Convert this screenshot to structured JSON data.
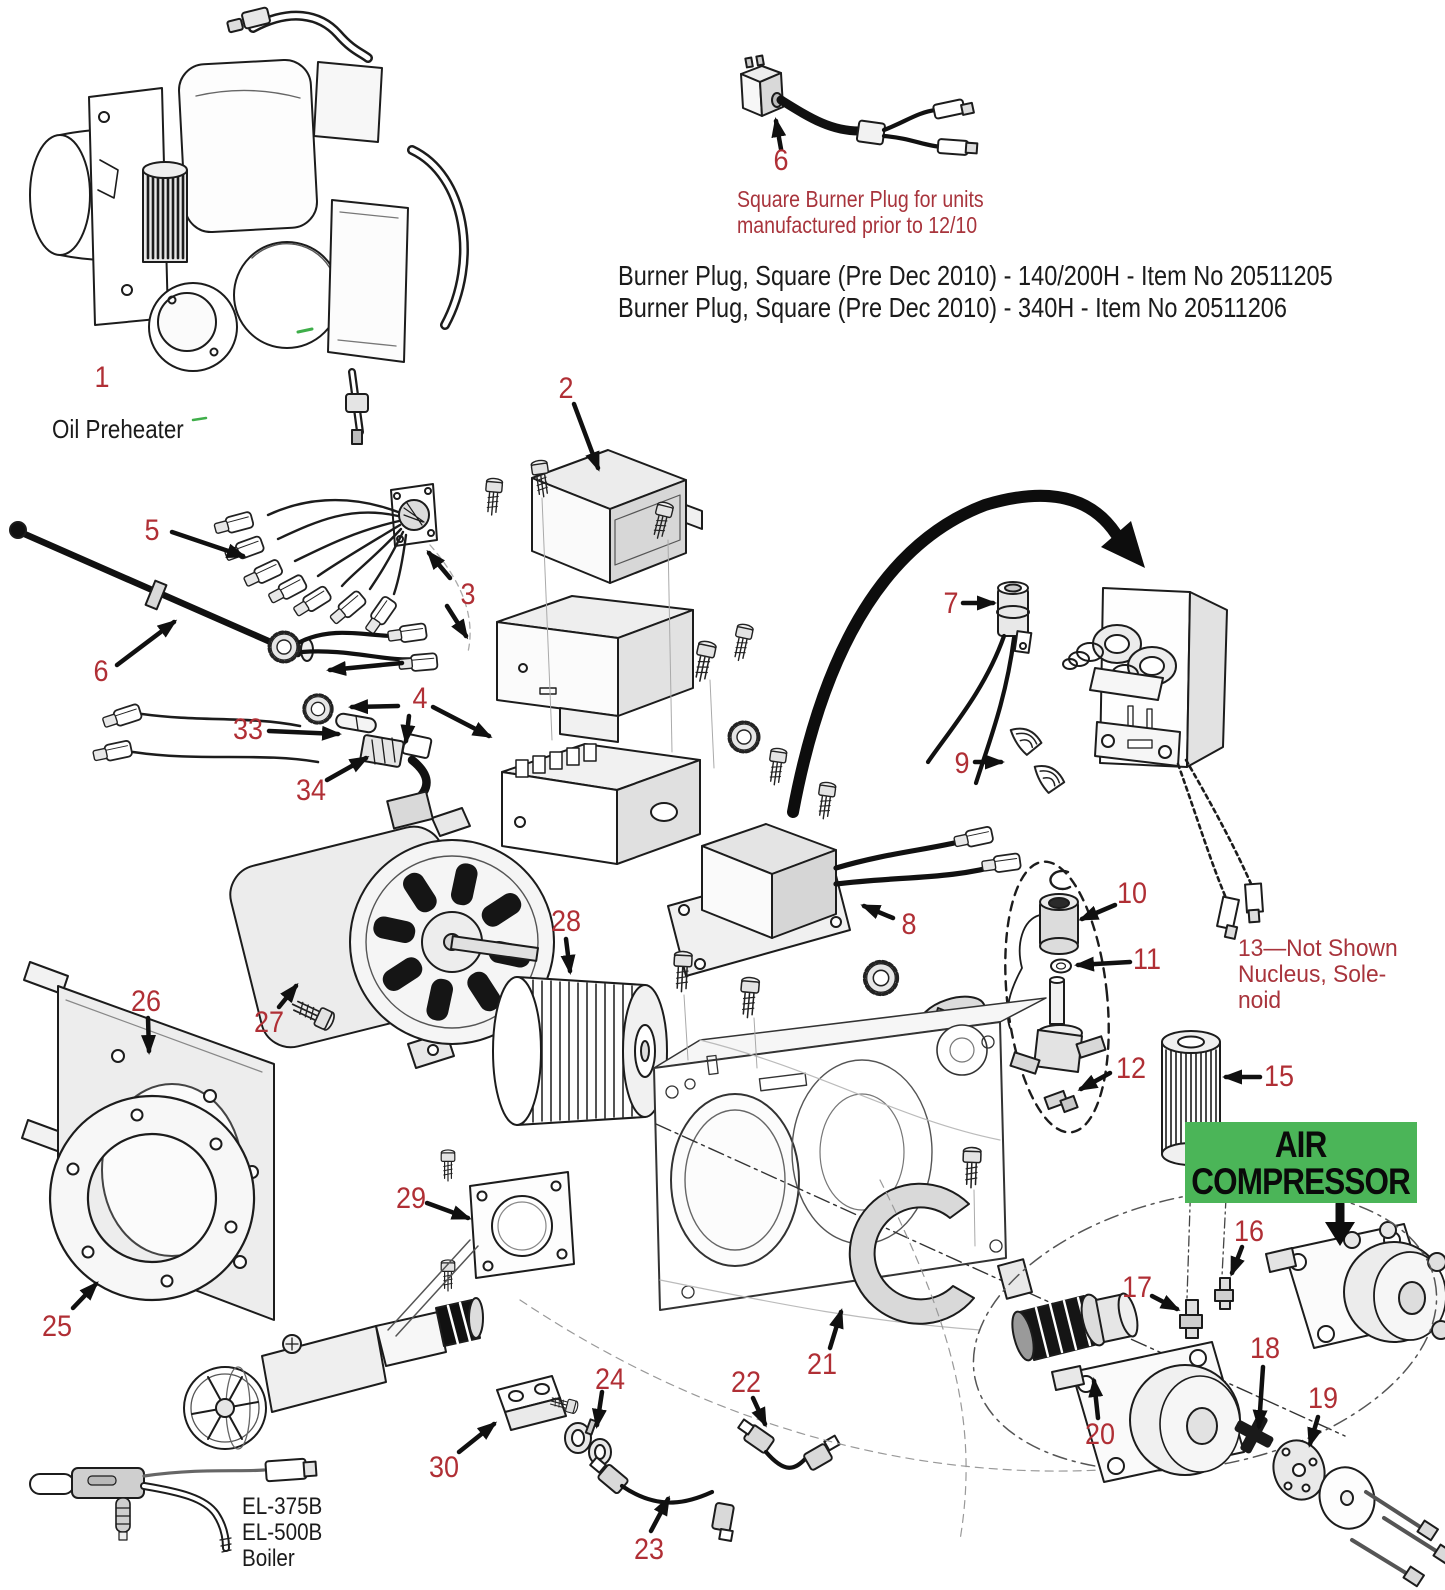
{
  "colors": {
    "callout_red": "#b02f35",
    "note_red": "#a8343c",
    "air_compressor_green": "#4bb558",
    "line_ink": "#1c1c1c",
    "background": "#ffffff"
  },
  "annotations": {
    "oil_preheater": "Oil Preheater",
    "square_plug_note": "Square Burner Plug for units\nmanufactured prior to 12/10",
    "item_line_1": "Burner Plug, Square (Pre Dec 2010) - 140/200H - Item No 20511205",
    "item_line_2": "Burner Plug, Square (Pre Dec 2010) - 340H - Item No 20511206",
    "not_shown_note": "13—Not Shown\nNucleus, Sole-\nnoid",
    "air_compressor": "AIR\nCOMPRESSOR",
    "boiler_models": "EL-375B\nEL-500B\nBoiler"
  },
  "callouts": {
    "c1": "1",
    "c2": "2",
    "c3": "3",
    "c4": "4",
    "c5": "5",
    "c6_top": "6",
    "c6_left": "6",
    "c7": "7",
    "c8": "8",
    "c9": "9",
    "c10": "10",
    "c11": "11",
    "c12": "12",
    "c15": "15",
    "c16": "16",
    "c17": "17",
    "c18": "18",
    "c19": "19",
    "c20": "20",
    "c21": "21",
    "c22": "22",
    "c23": "23",
    "c24": "24",
    "c25": "25",
    "c26": "26",
    "c27": "27",
    "c28": "28",
    "c29": "29",
    "c30": "30",
    "c33": "33",
    "c34": "34"
  }
}
